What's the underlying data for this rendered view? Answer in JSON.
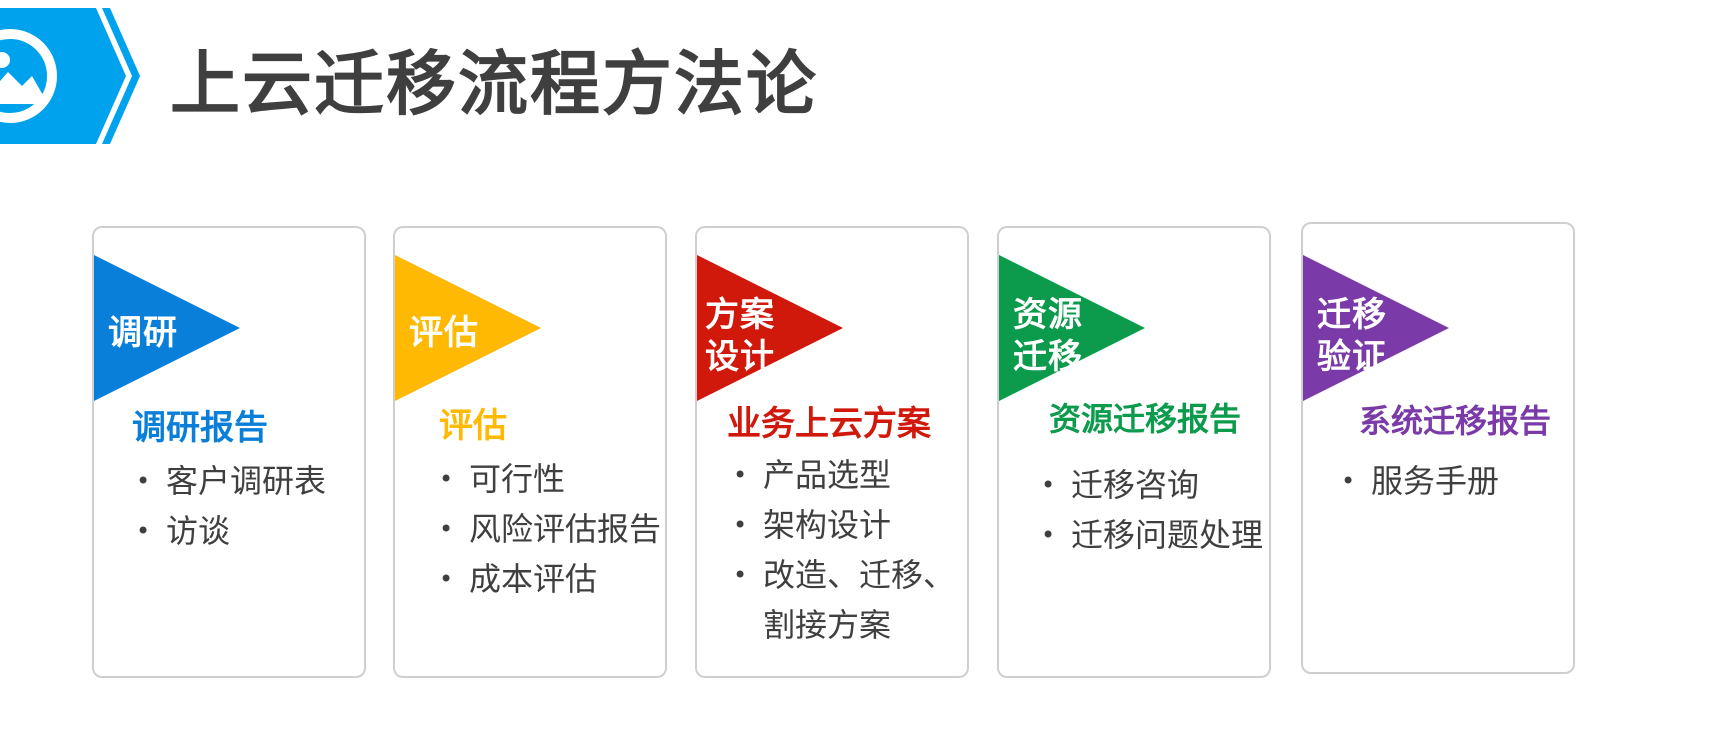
{
  "title": "上云迁移流程方法论",
  "badge_icon": "image-icon",
  "colors": {
    "badge": "#00a2ed",
    "title": "#3f3f3f",
    "research": "#0a7fd9",
    "assess": "#ffb900",
    "design": "#d0180b",
    "migrate": "#0c9a4c",
    "verify": "#7a3aa8"
  },
  "steps": [
    {
      "label": "调研",
      "heading": "调研报告",
      "color": "#0a7fd9",
      "items": [
        "客户调研表",
        "访谈"
      ]
    },
    {
      "label": "评估",
      "heading": "评估",
      "color": "#ffb900",
      "items": [
        "可行性",
        "风险评估报告",
        "成本评估"
      ]
    },
    {
      "label": "方案\n设计",
      "heading": "业务上云方案",
      "color": "#d0180b",
      "items": [
        "产品选型",
        "架构设计",
        "改造、迁移、割接方案"
      ]
    },
    {
      "label": "资源\n迁移",
      "heading": "资源迁移报告",
      "color": "#0c9a4c",
      "items": [
        "迁移咨询",
        "迁移问题处理"
      ]
    },
    {
      "label": "迁移\n验证",
      "heading": "系统迁移报告",
      "color": "#7a3aa8",
      "items": [
        "服务手册"
      ]
    }
  ]
}
